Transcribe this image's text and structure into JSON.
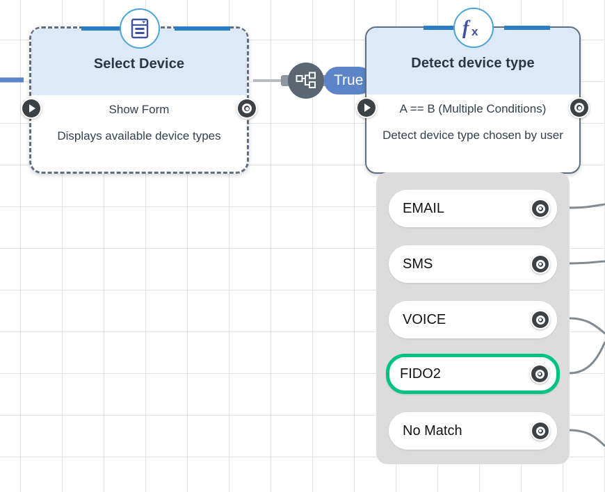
{
  "canvas": {
    "grid_color": "#e3e3e3",
    "background": "#ffffff"
  },
  "theme": {
    "accent_blue": "#2b7cc4",
    "header_blue": "#dce9f8",
    "selection_green": "#00c281",
    "node_border": "#5d6e80",
    "branch_panel": "#dcdcdc",
    "edge_gray": "#8d98a2",
    "true_label_blue": "#5b85c8"
  },
  "nodes": [
    {
      "id": "select-device",
      "icon": "form-icon",
      "title": "Select Device",
      "subtitle": "Show Form",
      "description": "Displays available device types",
      "selected": true,
      "input_port": "play-icon",
      "output_port": "target-icon"
    },
    {
      "id": "detect-device-type",
      "icon": "fx-icon",
      "title": "Detect device type",
      "subtitle": "A == B (Multiple Conditions)",
      "description": "Detect device type chosen by user",
      "selected": false,
      "input_port": "play-icon",
      "output_port": "target-icon"
    }
  ],
  "connector": {
    "icon": "branch-split-icon",
    "label": "True"
  },
  "branches": {
    "items": [
      {
        "label": "EMAIL",
        "selected": false,
        "port": "target-icon"
      },
      {
        "label": "SMS",
        "selected": false,
        "port": "target-icon"
      },
      {
        "label": "VOICE",
        "selected": false,
        "port": "target-icon"
      },
      {
        "label": "FIDO2",
        "selected": true,
        "port": "target-icon"
      },
      {
        "label": "No Match",
        "selected": false,
        "port": "target-icon"
      }
    ]
  }
}
